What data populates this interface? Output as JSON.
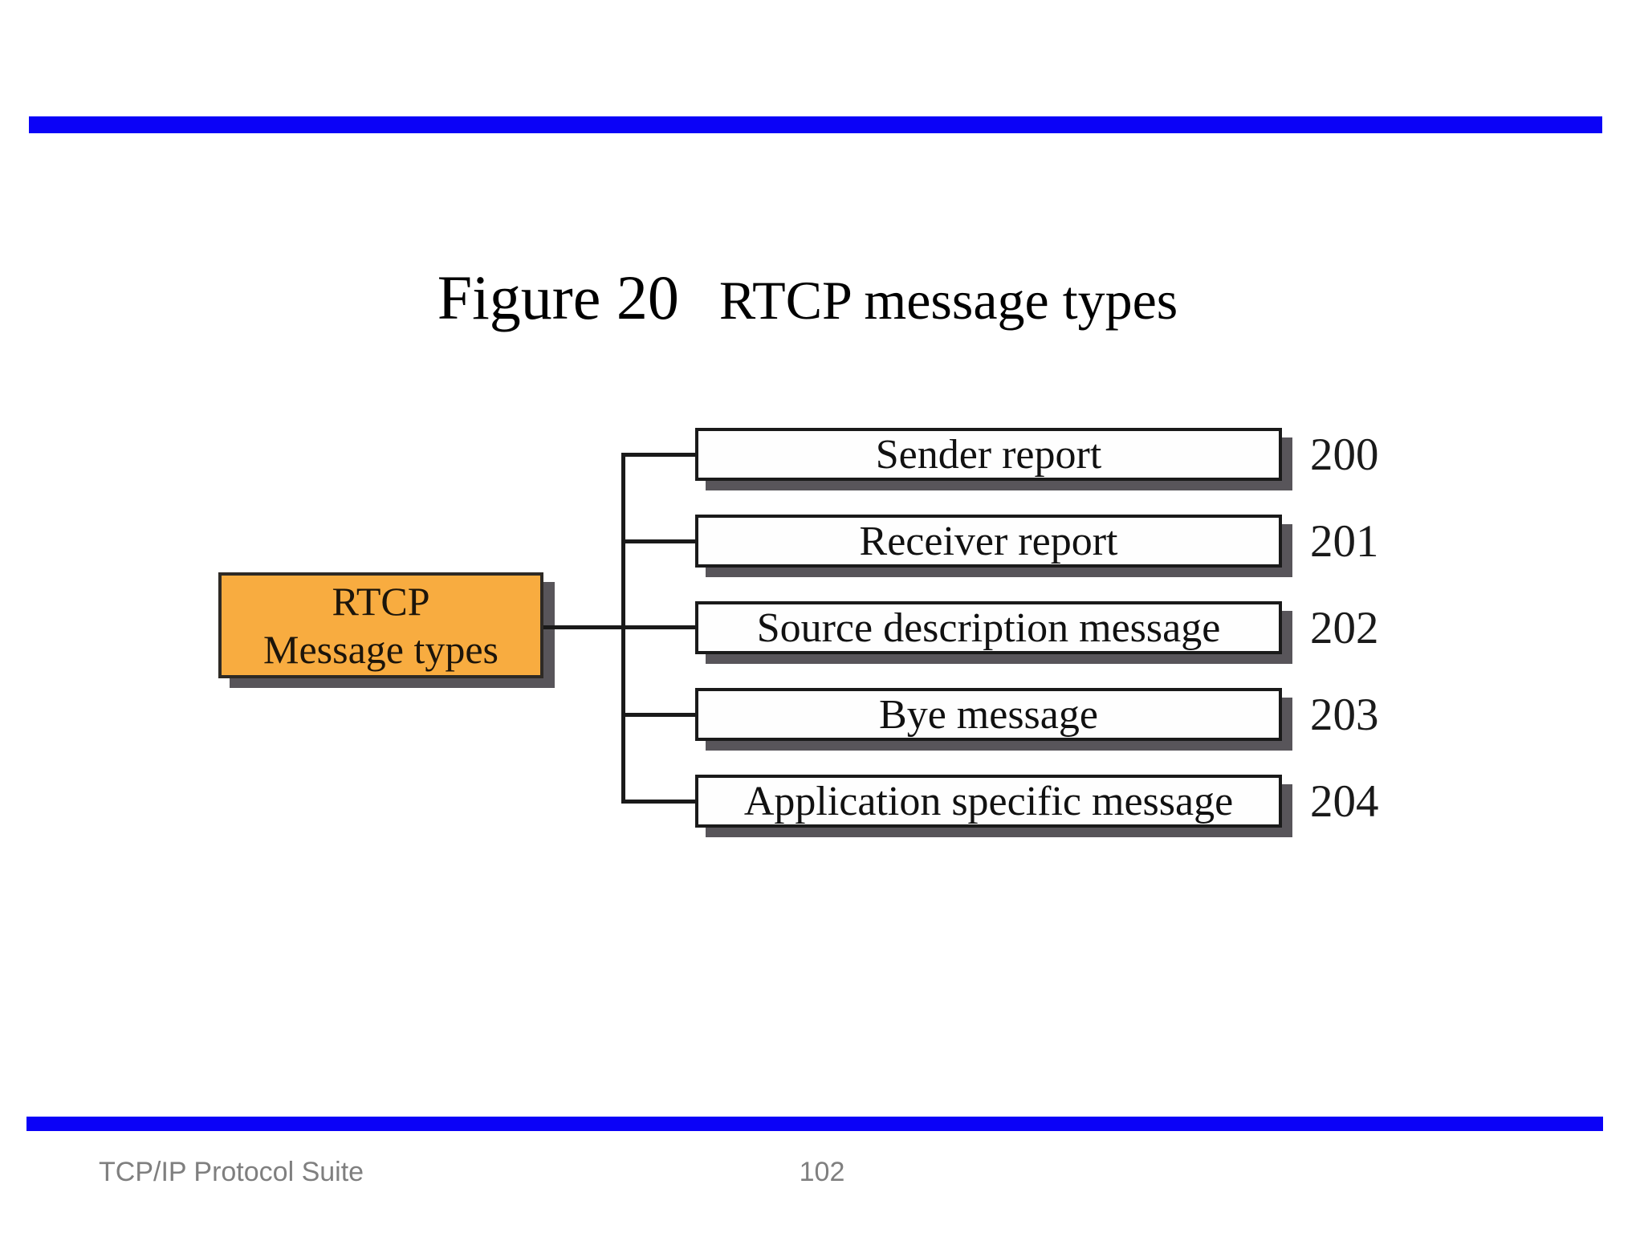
{
  "slide": {
    "title": {
      "figure_label": "Figure 20",
      "caption": "RTCP message types"
    },
    "diagram": {
      "root": {
        "line1": "RTCP",
        "line2": "Message types"
      },
      "items": [
        {
          "label": "Sender report",
          "code": "200"
        },
        {
          "label": "Receiver report",
          "code": "201"
        },
        {
          "label": "Source description message",
          "code": "202"
        },
        {
          "label": "Bye message",
          "code": "203"
        },
        {
          "label": "Application specific message",
          "code": "204"
        }
      ]
    },
    "footer": {
      "left_text": "TCP/IP Protocol Suite",
      "page_number": "102"
    }
  },
  "colors": {
    "accent-blue": "#0B02F7",
    "box-orange": "#F8AC40",
    "shadow-gray": "#58555A",
    "footer-gray": "#7F7F7F",
    "line-black": "#1A1A1A"
  }
}
